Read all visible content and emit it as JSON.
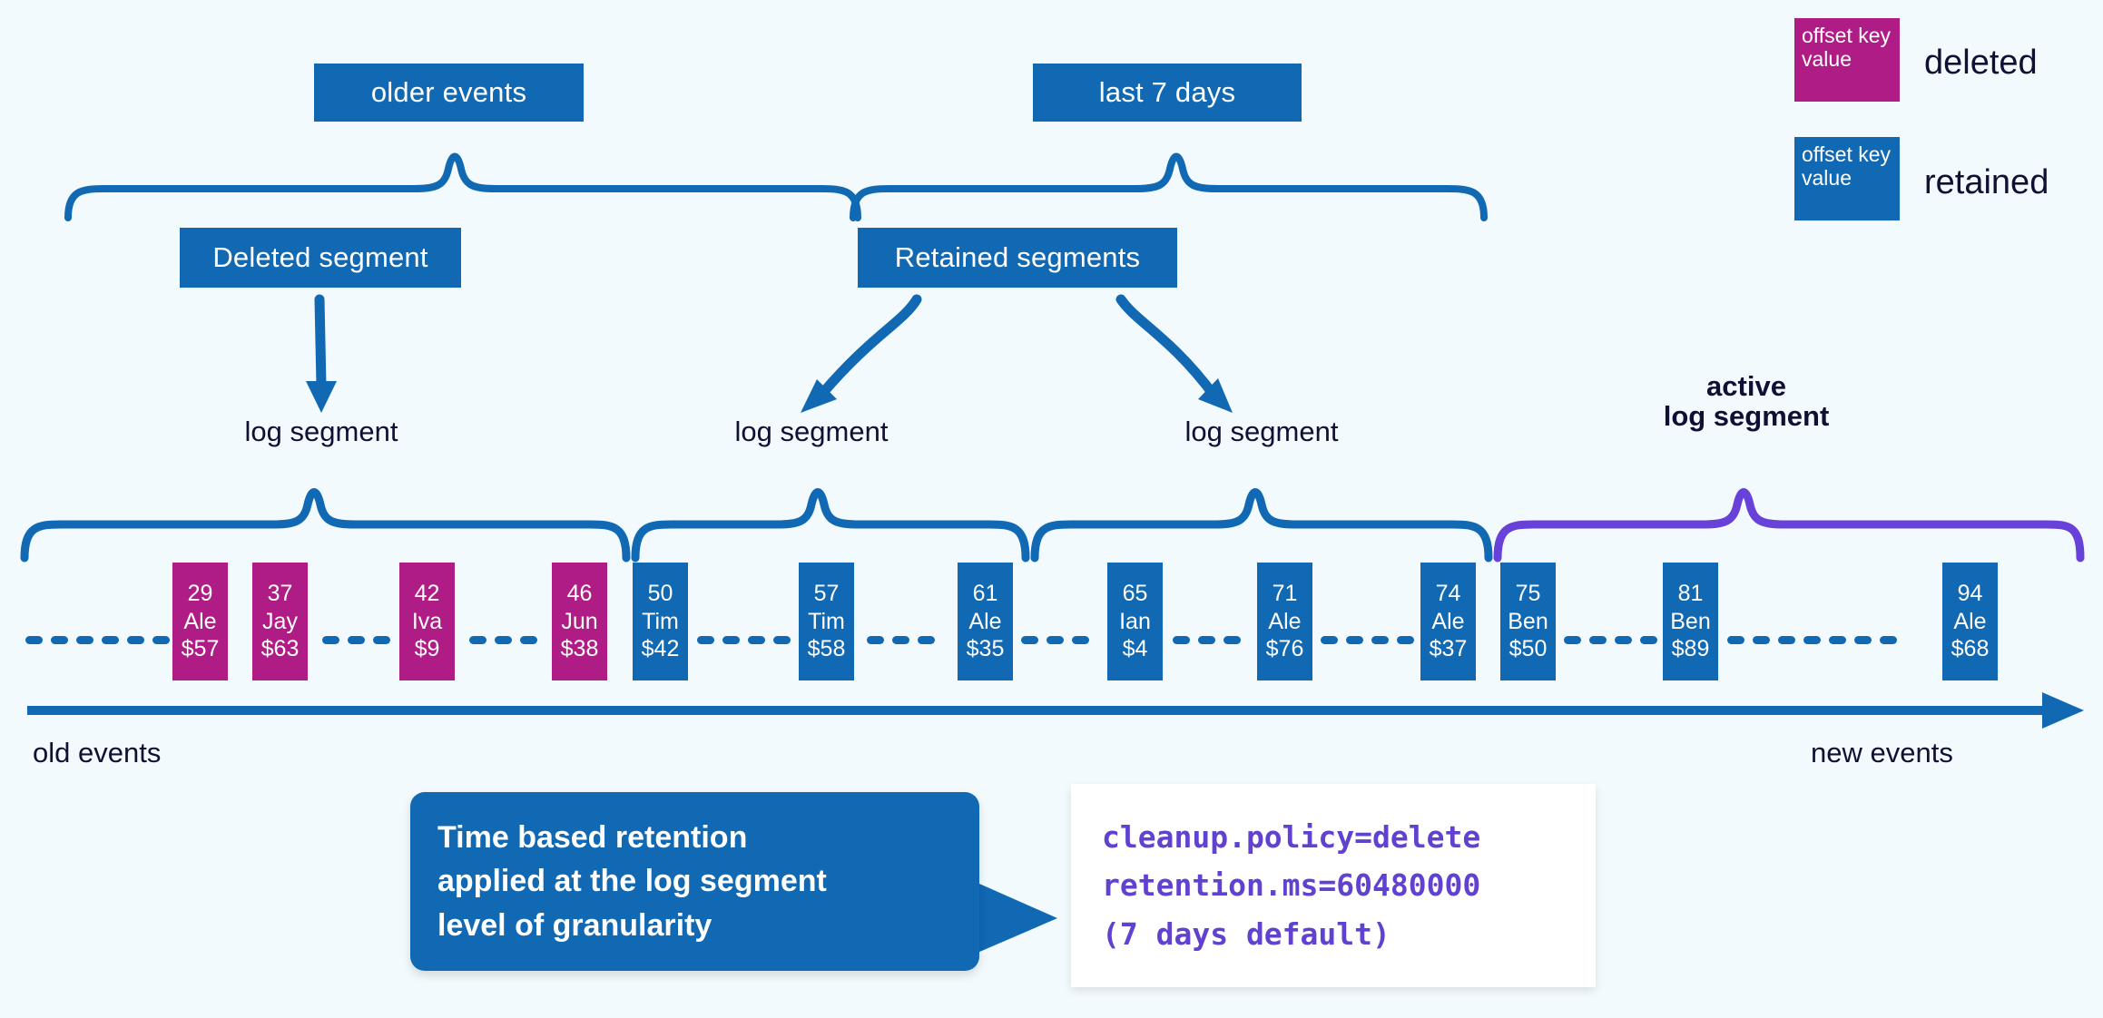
{
  "colors": {
    "background": "#f2fafd",
    "blue": "#1168b3",
    "magenta": "#b01c86",
    "purple": "#6841d8",
    "ink": "#101034",
    "code_text": "#6041d0",
    "card_bg": "#ffffff"
  },
  "top_groups": [
    {
      "label": "older events"
    },
    {
      "label": "last 7 days"
    }
  ],
  "segment_callouts": [
    {
      "label": "Deleted segment"
    },
    {
      "label": "Retained segments"
    }
  ],
  "segment_labels": [
    {
      "label": "log segment",
      "bold": false
    },
    {
      "label": "log segment",
      "bold": false
    },
    {
      "label": "log segment",
      "bold": false
    }
  ],
  "active_segment": {
    "line1": "active",
    "line2": "log segment"
  },
  "axis": {
    "left_label": "old events",
    "right_label": "new events"
  },
  "legend": {
    "chip_lines": [
      "offset",
      "key",
      "value"
    ],
    "items": [
      {
        "state": "deleted",
        "label": "deleted",
        "color": "#b01c86"
      },
      {
        "state": "retained",
        "label": "retained",
        "color": "#1168b3"
      }
    ]
  },
  "records": [
    {
      "offset": "29",
      "key": "Ale",
      "value": "$57",
      "state": "deleted"
    },
    {
      "offset": "37",
      "key": "Jay",
      "value": "$63",
      "state": "deleted"
    },
    {
      "offset": "42",
      "key": "Iva",
      "value": "$9",
      "state": "deleted"
    },
    {
      "offset": "46",
      "key": "Jun",
      "value": "$38",
      "state": "deleted"
    },
    {
      "offset": "50",
      "key": "Tim",
      "value": "$42",
      "state": "retained"
    },
    {
      "offset": "57",
      "key": "Tim",
      "value": "$58",
      "state": "retained"
    },
    {
      "offset": "61",
      "key": "Ale",
      "value": "$35",
      "state": "retained"
    },
    {
      "offset": "65",
      "key": "Ian",
      "value": "$4",
      "state": "retained"
    },
    {
      "offset": "71",
      "key": "Ale",
      "value": "$76",
      "state": "retained"
    },
    {
      "offset": "74",
      "key": "Ale",
      "value": "$37",
      "state": "retained"
    },
    {
      "offset": "75",
      "key": "Ben",
      "value": "$50",
      "state": "retained"
    },
    {
      "offset": "81",
      "key": "Ben",
      "value": "$89",
      "state": "retained"
    },
    {
      "offset": "94",
      "key": "Ale",
      "value": "$68",
      "state": "retained"
    }
  ],
  "callout": {
    "lines": [
      "Time based retention",
      "applied at the log segment",
      "level of granularity"
    ]
  },
  "code": {
    "lines": [
      "cleanup.policy=delete",
      "retention.ms=60480000",
      "(7 days default)"
    ]
  }
}
